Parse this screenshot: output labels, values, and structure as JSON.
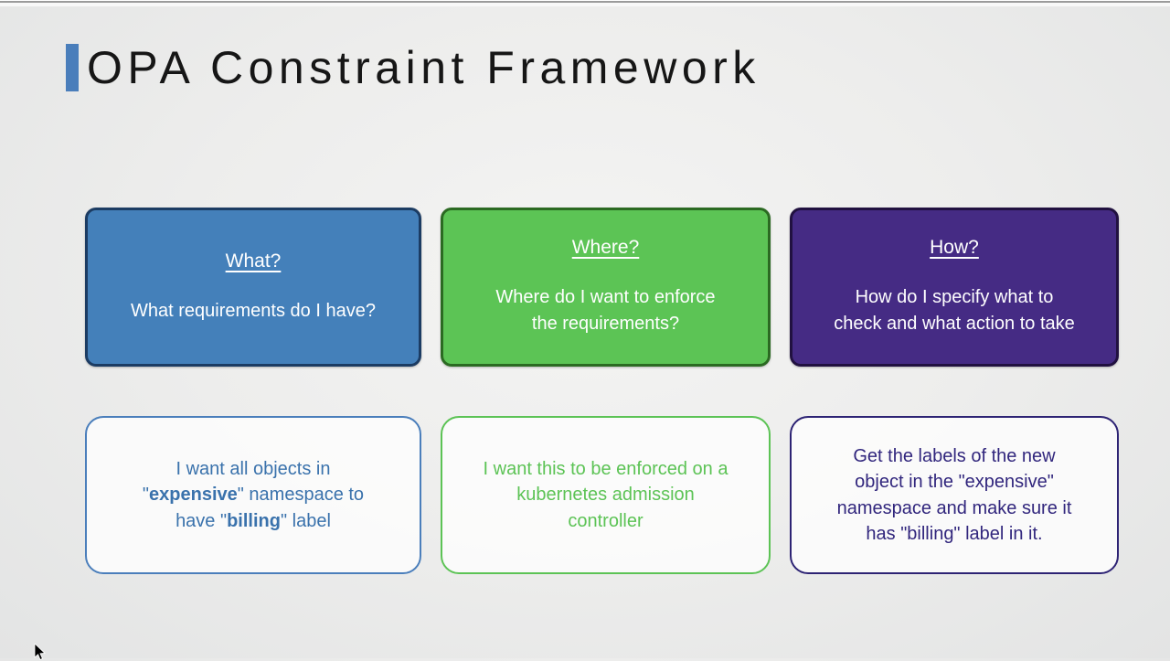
{
  "page": {
    "title": "OPA Constraint Framework",
    "accent_color": "#4A7EBB",
    "title_color": "#161616",
    "background_color": "#ECEDEC"
  },
  "cards": [
    {
      "heading": "What?",
      "body_lines": [
        "What requirements do I have?"
      ],
      "fill": "#4480BA",
      "border": "#1C3C63",
      "text_color": "#FFFFFF"
    },
    {
      "heading": "Where?",
      "body_lines": [
        "Where do I want to enforce",
        "the requirements?"
      ],
      "fill": "#5CC455",
      "border": "#2B6A22",
      "text_color": "#FFFFFF"
    },
    {
      "heading": "How?",
      "body_lines": [
        "How do I specify what to",
        "check and what action to take"
      ],
      "fill": "#452B84",
      "border": "#211140",
      "text_color": "#FFFFFF"
    }
  ],
  "notes": [
    {
      "border": "#4A7EBB",
      "text_color": "#3A72AC",
      "lines": [
        [
          {
            "text": "I want all objects in",
            "bold": false
          }
        ],
        [
          {
            "text": "\"",
            "bold": false
          },
          {
            "text": "expensive",
            "bold": true
          },
          {
            "text": "\" namespace to",
            "bold": false
          }
        ],
        [
          {
            "text": "have \"",
            "bold": false
          },
          {
            "text": "billing",
            "bold": true
          },
          {
            "text": "\" label",
            "bold": false
          }
        ]
      ]
    },
    {
      "border": "#5CC355",
      "text_color": "#5CC355",
      "lines": [
        [
          {
            "text": "I want this to be enforced on a",
            "bold": false
          }
        ],
        [
          {
            "text": "kubernetes admission",
            "bold": false
          }
        ],
        [
          {
            "text": "controller",
            "bold": false
          }
        ]
      ]
    },
    {
      "border": "#2D2374",
      "text_color": "#31267D",
      "lines": [
        [
          {
            "text": "Get the labels of the new",
            "bold": false
          }
        ],
        [
          {
            "text": "object in the \"expensive\"",
            "bold": false
          }
        ],
        [
          {
            "text": "namespace and make sure it",
            "bold": false
          }
        ],
        [
          {
            "text": "has \"billing\" label in it.",
            "bold": false
          }
        ]
      ]
    }
  ]
}
